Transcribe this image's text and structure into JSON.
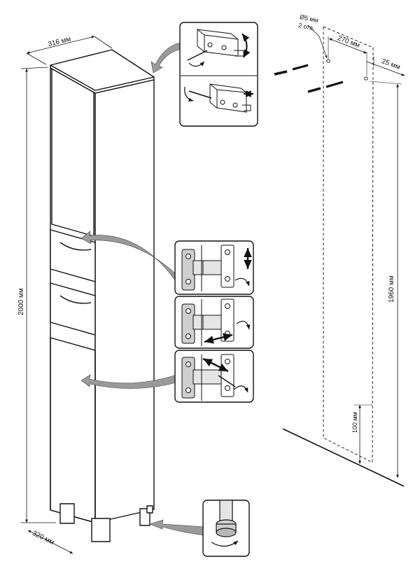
{
  "dimensions": {
    "depth_top": "316 мм",
    "height": "2000 мм",
    "width_bottom": "320 мм",
    "drill_diameter": "Ø5 мм",
    "drill_holes": "2 отв.",
    "hole_spacing": "270 мм",
    "edge_offset": "25 мм",
    "mount_height": "1960 мм",
    "floor_offset": "100 мм"
  },
  "colors": {
    "line": "#111111",
    "arrow_fill": "#9a9a9a",
    "panel_fill": "#ffffff",
    "metal": "#cfcfcf"
  },
  "icons": {
    "hanger_adjust_vertical": "hanger-bracket-icon",
    "hanger_adjust_horizontal": "hanger-bracket-icon",
    "hinge_adjust_vertical": "hinge-icon",
    "hinge_adjust_lateral": "hinge-icon",
    "hinge_adjust_depth": "hinge-icon",
    "leg_adjust": "adjustable-leg-icon"
  }
}
